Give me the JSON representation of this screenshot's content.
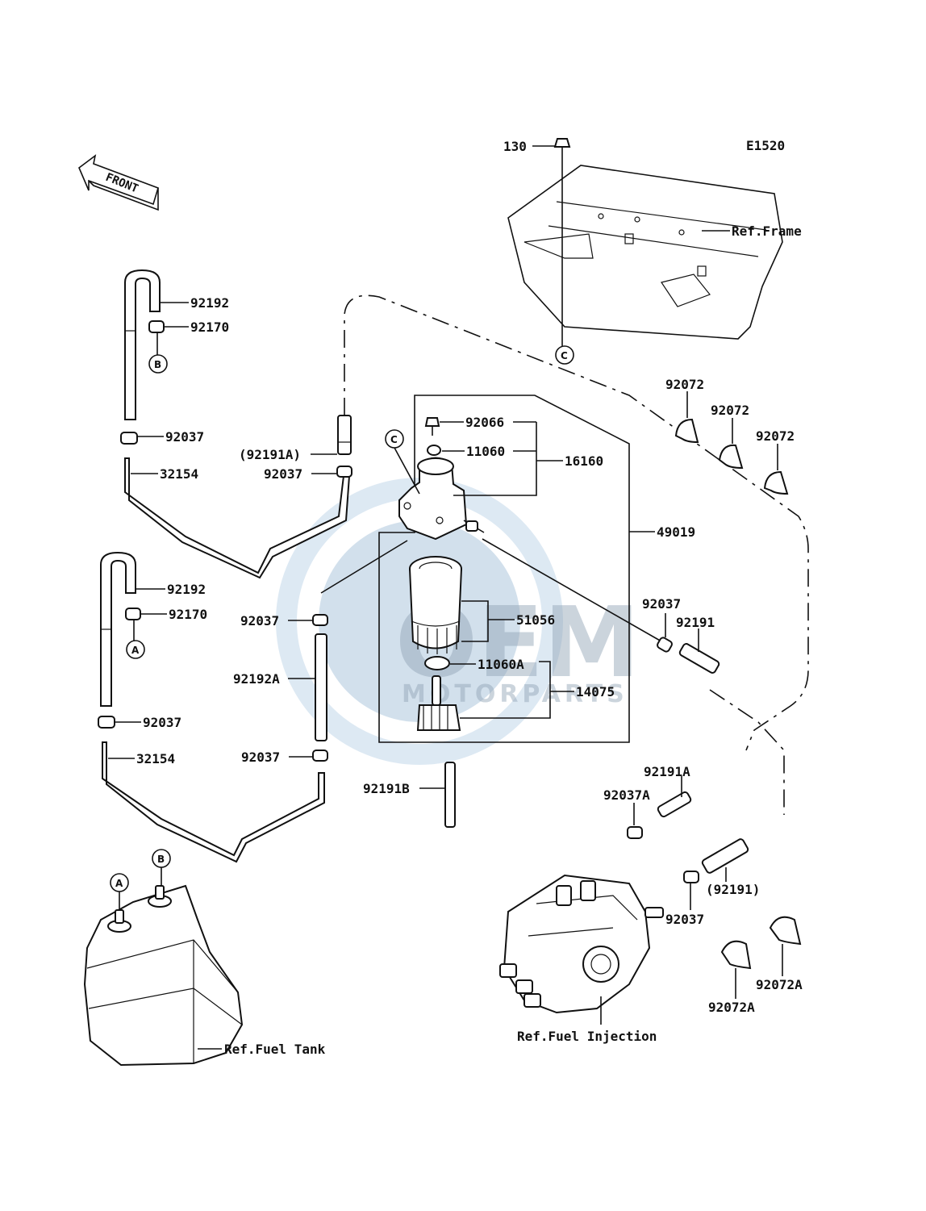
{
  "diagram_code": "E1520",
  "front_label": "FRONT",
  "watermark": {
    "brand": "OEM",
    "sub": "MOTORPARTS"
  },
  "callout_letters": {
    "a": "A",
    "b": "B",
    "c": "C"
  },
  "labels": {
    "p130": "130",
    "ref_frame": "Ref.Frame",
    "p92192_top": "92192",
    "p92170_top": "92170",
    "p92037_left_top": "92037",
    "p32154_top": "32154",
    "p92191A_paren": "(92191A)",
    "p92037_mid_top": "92037",
    "p92066": "92066",
    "p11060": "11060",
    "p16160": "16160",
    "p49019": "49019",
    "p92072_1": "92072",
    "p92072_2": "92072",
    "p92072_3": "92072",
    "p92192_mid": "92192",
    "p92170_mid": "92170",
    "p92037_mid_clamp": "92037",
    "p51056": "51056",
    "p92037_right": "92037",
    "p92191": "92191",
    "p92192A": "92192A",
    "p11060A": "11060A",
    "p14075": "14075",
    "p92037_left_bot": "92037",
    "p32154_bot": "32154",
    "p92037_mid_bot": "92037",
    "p92191B": "92191B",
    "p92191A": "92191A",
    "p92037A": "92037A",
    "p92191_paren": "(92191)",
    "p92037_pump": "92037",
    "p92072A_1": "92072A",
    "p92072A_2": "92072A",
    "ref_fuel_injection": "Ref.Fuel Injection",
    "ref_fuel_tank": "Ref.Fuel Tank"
  }
}
